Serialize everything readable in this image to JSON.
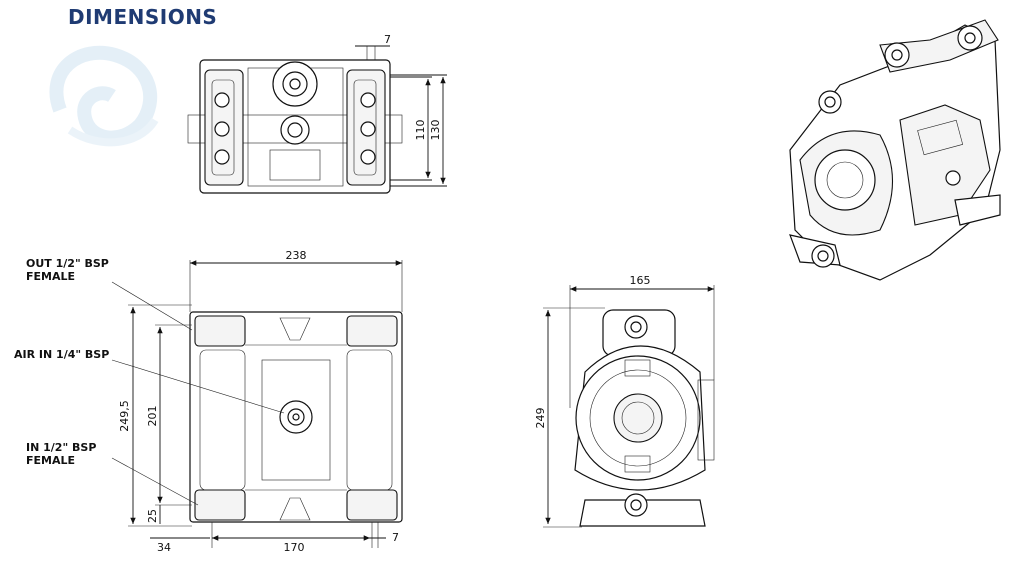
{
  "header": {
    "title": "DIMENSIONS"
  },
  "callouts": {
    "out_line1": "OUT 1/2\" BSP",
    "out_line2": "FEMALE",
    "air": "AIR IN 1/4\" BSP",
    "in_line1": "IN 1/2\" BSP",
    "in_line2": "FEMALE"
  },
  "dimensions": {
    "top_view": {
      "gap": "7",
      "height_inner": "110",
      "height_outer": "130"
    },
    "front_view": {
      "width": "238",
      "height_total": "249,5",
      "height_ports": "201",
      "base": "25",
      "left_offset": "34",
      "port_spacing": "170",
      "gap": "7"
    },
    "side_view": {
      "width": "165",
      "height": "249"
    }
  },
  "logo": {
    "icon": "swirl-logo-watermark",
    "color": "#cfe3f1"
  }
}
